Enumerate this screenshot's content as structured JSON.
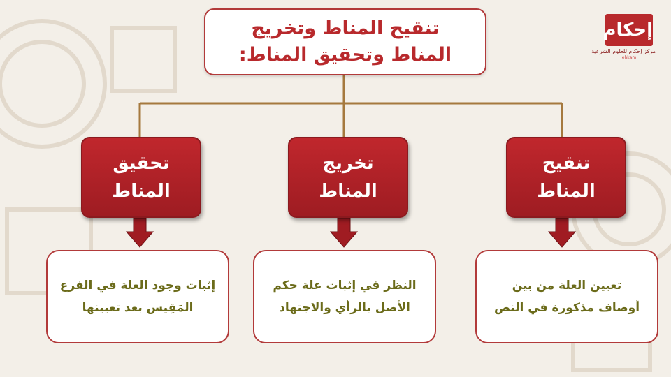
{
  "title": {
    "line1": "تنقيح المناط وتخريج",
    "line2": "المناط وتحقيق المناط:"
  },
  "logo": {
    "mark": "إحكام",
    "subtitle": "مركز إحكام للعلوم الشرعية",
    "tag": "ehkam"
  },
  "concepts": [
    {
      "name_line1": "تنقيح",
      "name_line2": "المناط",
      "definition_line1": "تعيين العلة من بين",
      "definition_line2": "أوصاف مذكورة في النص"
    },
    {
      "name_line1": "تخريج",
      "name_line2": "المناط",
      "definition_line1": "النظر في إثبات علة حكم",
      "definition_line2": "الأصل بالرأي والاجتهاد"
    },
    {
      "name_line1": "تحقيق",
      "name_line2": "المناط",
      "definition_line1": "إثبات وجود العلة في الفرع",
      "definition_line2": "المَقِيس بعد تعيينها"
    }
  ],
  "colors": {
    "accent": "#b8292c",
    "connector": "#a5793e",
    "arrow": "#a01c22",
    "definition_text": "#6b6b1a",
    "background": "#f3efe8"
  }
}
